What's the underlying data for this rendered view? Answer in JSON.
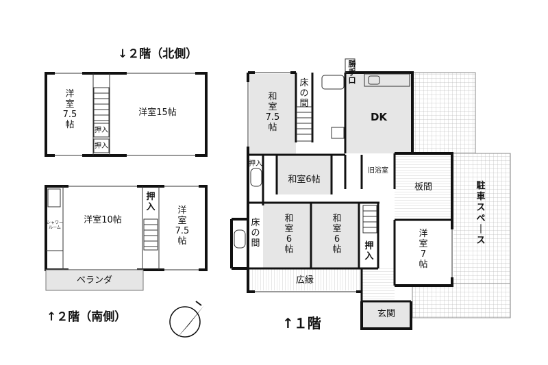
{
  "headings": {
    "floor2_north": "↓２階（北側）",
    "floor2_south": "↑２階（南側）",
    "floor1": "↑１階"
  },
  "floor2_north": {
    "room_western_75": "洋\n室\n7.5\n帖",
    "closet_1": "押入",
    "closet_2": "押入",
    "room_western_15": "洋室15帖"
  },
  "floor2_south": {
    "room_western_10": "洋室10帖",
    "closet": "押\n入",
    "room_western_75": "洋\n室\n7.5\n帖",
    "shower_room": "シャワー\nルーム",
    "veranda": "ベランダ"
  },
  "floor1": {
    "entrance_door": "勝\n手\n口",
    "alcove_1": "床\nの\n間",
    "room_japanese_75": "和\n室\n7.5\n帖",
    "dk": "DK",
    "closet_1": "押入",
    "room_japanese_6": "和室6帖",
    "old_bath": "旧浴室",
    "itama": "板間",
    "alcove_2": "床\nの\n間",
    "room_japanese_6a": "和\n室\n6\n帖",
    "room_japanese_6b": "和\n室\n6\n帖",
    "closet_2": "押\n入",
    "room_western_7": "洋\n室\n7\n帖",
    "hiroen": "広縁",
    "genkan": "玄関",
    "parking": "駐\n車\nス\nペ\n｜\nス"
  },
  "compass": {
    "icon": "north-arrow-icon"
  }
}
